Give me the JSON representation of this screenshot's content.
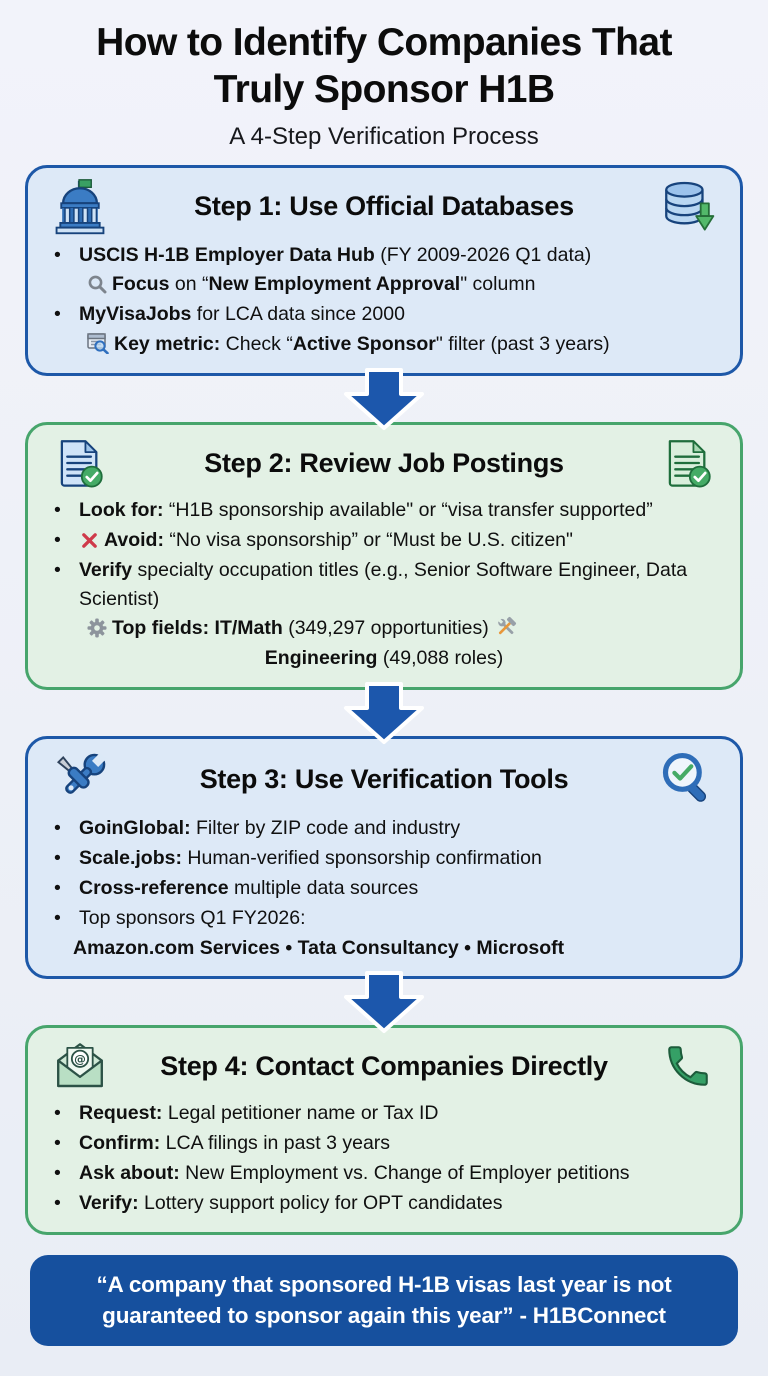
{
  "header": {
    "title_lines": [
      "How to Identify Companies That",
      "Truly Sponsor H1B"
    ],
    "subtitle": "A 4-Step Verification Process"
  },
  "steps": [
    {
      "title": "Step 1: Use Official Databases",
      "theme": "blue",
      "left_icon": "bank-icon",
      "right_icon": "database-download-icon",
      "lines": [
        {
          "bullet": true,
          "parts": [
            {
              "t": "USCIS H-1B Employer Data Hub",
              "b": true
            },
            {
              "t": " (FY 2009-2026 Q1 data)"
            }
          ]
        },
        {
          "indent": true,
          "parts": [
            {
              "icon": "search-icon"
            },
            {
              "t": "Focus",
              "b": true
            },
            {
              "t": " on “"
            },
            {
              "t": "New Employment Approval",
              "b": true
            },
            {
              "t": "\" column"
            }
          ]
        },
        {
          "bullet": true,
          "parts": [
            {
              "t": "MyVisaJobs",
              "b": true
            },
            {
              "t": " for LCA data since 2000"
            }
          ]
        },
        {
          "indent": true,
          "parts": [
            {
              "icon": "document-search-icon"
            },
            {
              "t": "Key metric:",
              "b": true
            },
            {
              "t": " Check “"
            },
            {
              "t": "Active Sponsor",
              "b": true
            },
            {
              "t": "\" filter (past 3 years)"
            }
          ]
        }
      ]
    },
    {
      "title": "Step 2: Review Job Postings",
      "theme": "green",
      "left_icon": "document-check-blue-icon",
      "right_icon": "document-check-green-icon",
      "lines": [
        {
          "bullet": true,
          "parts": [
            {
              "t": "Look for:",
              "b": true
            },
            {
              "t": " “H1B sponsorship available\" or “visa transfer supported”"
            }
          ]
        },
        {
          "bullet": true,
          "parts": [
            {
              "icon": "red-x-icon"
            },
            {
              "t": "Avoid:",
              "b": true
            },
            {
              "t": " “No visa sponsorship” or “Must be U.S. citizen\""
            }
          ]
        },
        {
          "bullet": true,
          "parts": [
            {
              "t": "Verify",
              "b": true
            },
            {
              "t": " specialty occupation titles (e.g., Senior Software Engineer, Data Scientist)"
            }
          ]
        },
        {
          "indent": true,
          "parts": [
            {
              "icon": "gear-icon"
            },
            {
              "t": "Top fields: IT/Math",
              "b": true
            },
            {
              "t": " (349,297 opportunities) "
            },
            {
              "icon": "hammer-wrench-icon"
            }
          ]
        },
        {
          "center": true,
          "parts": [
            {
              "t": "Engineering",
              "b": true
            },
            {
              "t": " (49,088 roles)"
            }
          ]
        }
      ]
    },
    {
      "title": "Step 3: Use Verification Tools",
      "theme": "blue",
      "left_icon": "tools-icon",
      "right_icon": "magnifier-check-icon",
      "lines": [
        {
          "bullet": true,
          "parts": [
            {
              "t": "GoinGlobal:",
              "b": true
            },
            {
              "t": " Filter by ZIP code and industry"
            }
          ]
        },
        {
          "bullet": true,
          "parts": [
            {
              "t": "Scale.jobs:",
              "b": true
            },
            {
              "t": " Human-verified sponsorship confirmation"
            }
          ]
        },
        {
          "bullet": true,
          "parts": [
            {
              "t": "Cross-reference",
              "b": true
            },
            {
              "t": " multiple data sources"
            }
          ]
        },
        {
          "bullet": true,
          "parts": [
            {
              "t": "Top sponsors Q1 FY2026:"
            }
          ]
        },
        {
          "cont": true,
          "parts": [
            {
              "t": "Amazon.com Services • Tata Consultancy • Microsoft",
              "b": true
            }
          ]
        }
      ]
    },
    {
      "title": "Step 4: Contact Companies Directly",
      "theme": "green",
      "left_icon": "envelope-at-icon",
      "right_icon": "phone-icon",
      "lines": [
        {
          "bullet": true,
          "parts": [
            {
              "t": "Request:",
              "b": true
            },
            {
              "t": " Legal petitioner name or Tax ID"
            }
          ]
        },
        {
          "bullet": true,
          "parts": [
            {
              "t": "Confirm:",
              "b": true
            },
            {
              "t": " LCA filings in past 3 years"
            }
          ]
        },
        {
          "bullet": true,
          "parts": [
            {
              "t": "Ask about:",
              "b": true
            },
            {
              "t": " New Employment vs. Change of Employer petitions"
            }
          ]
        },
        {
          "bullet": true,
          "parts": [
            {
              "t": "Verify:",
              "b": true
            },
            {
              "t": " Lottery support policy for OPT candidates"
            }
          ]
        }
      ]
    }
  ],
  "quote": {
    "text": "“A company that sponsored H-1B visas last year is not guaranteed to sponsor again this year” - H1BConnect"
  },
  "colors": {
    "page_bg": "#eff1f8",
    "blue_box_bg": "#dde9f7",
    "blue_border": "#1d58a8",
    "green_box_bg": "#e3f1e5",
    "green_border": "#47a56c",
    "arrow": "#1c57ac",
    "quote_bg": "#16509e",
    "text": "#101010"
  }
}
